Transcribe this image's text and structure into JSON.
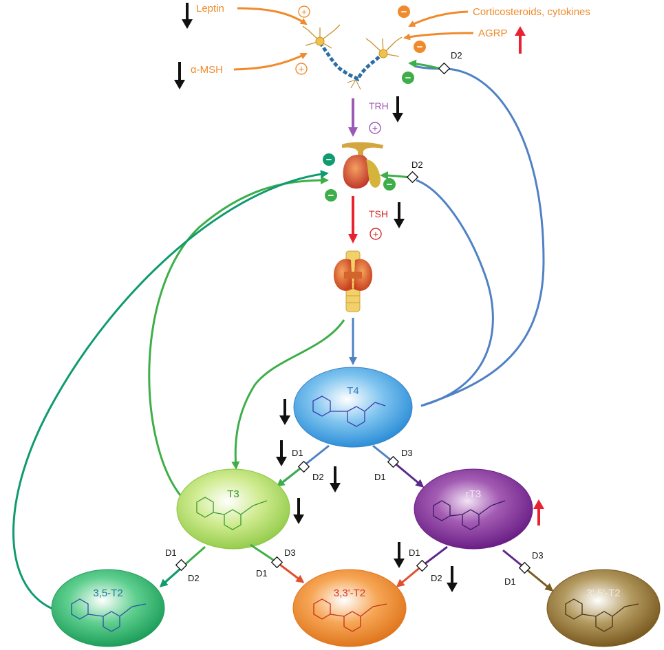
{
  "inputs": {
    "leptin": "Leptin",
    "msh": "α-MSH",
    "corticosteroids": "Corticosteroids, cytokines",
    "agrp": "AGRP"
  },
  "hormones": {
    "trh": "TRH",
    "tsh": "TSH"
  },
  "nodes": {
    "t4": "T4",
    "t3": "T3",
    "rt3": "rT3",
    "t2_35": "3,5-T2",
    "t2_33": "3,3'-T2",
    "t2_3p5p": "3',5'-T2"
  },
  "enzymes": {
    "d1": "D1",
    "d2": "D2",
    "d3": "D3"
  },
  "signs": {
    "plus": "+",
    "minus": "−"
  },
  "colors": {
    "orange": "#ef8b2c",
    "green": "#3dae49",
    "darkgreen": "#0f9a70",
    "blue": "#4f81c4",
    "purple": "#5a2a8a",
    "red": "#e8232f",
    "black": "#111111"
  }
}
